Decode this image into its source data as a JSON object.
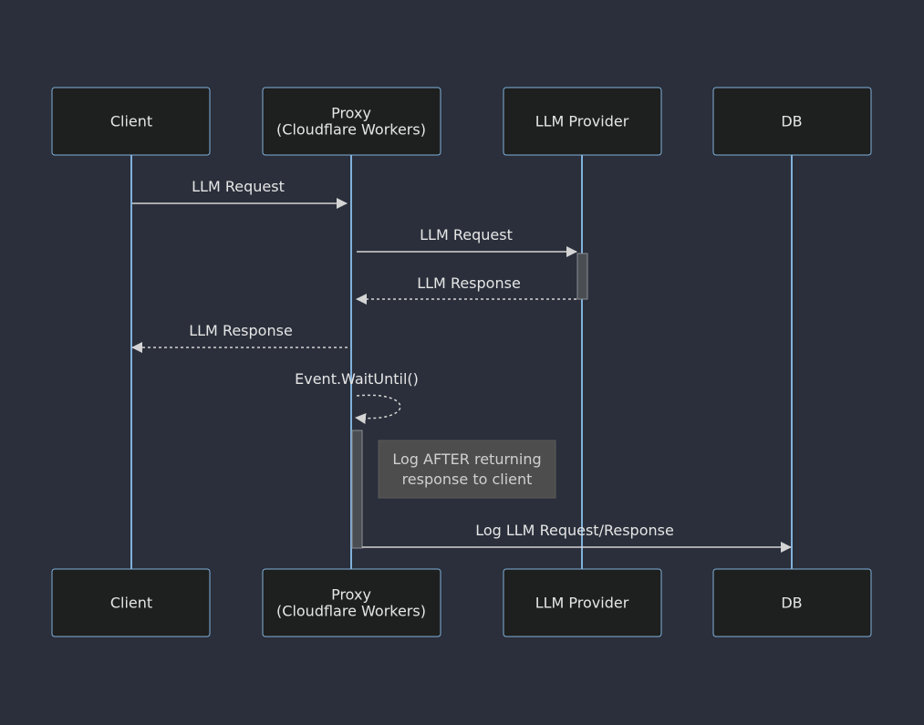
{
  "actors": {
    "client": {
      "label": "Client"
    },
    "proxy": {
      "line1": "Proxy",
      "line2": "(Cloudflare Workers)"
    },
    "llm": {
      "label": "LLM Provider"
    },
    "db": {
      "label": "DB"
    }
  },
  "messages": [
    {
      "label": "LLM Request",
      "from": "Client",
      "to": "Proxy",
      "style": "solid"
    },
    {
      "label": "LLM Request",
      "from": "Proxy",
      "to": "LLM Provider",
      "style": "solid"
    },
    {
      "label": "LLM Response",
      "from": "LLM Provider",
      "to": "Proxy",
      "style": "dashed"
    },
    {
      "label": "LLM Response",
      "from": "Proxy",
      "to": "Client",
      "style": "dashed"
    },
    {
      "label": "Event.WaitUntil()",
      "from": "Proxy",
      "to": "Proxy",
      "style": "dashed"
    },
    {
      "label": "Log LLM Request/Response",
      "from": "Proxy",
      "to": "DB",
      "style": "solid"
    }
  ],
  "note": {
    "line1": "Log AFTER returning",
    "line2": "response to client"
  },
  "colors": {
    "background": "#2a2f3b",
    "actor_fill": "#1e1f1f",
    "actor_border": "#81b1db",
    "lifeline": "#81b1db",
    "message": "#d4d4d4",
    "text": "#e6e6e6",
    "note_fill": "#4d4d4d"
  }
}
